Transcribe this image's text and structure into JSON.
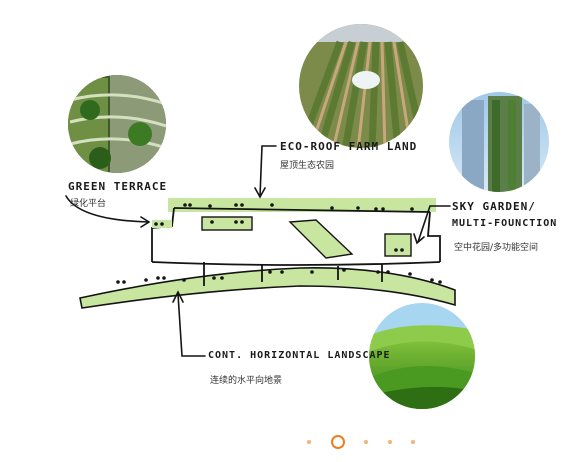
{
  "labels": {
    "green_terrace": {
      "title": "GREEN TERRACE",
      "subtitle": "绿化平台"
    },
    "eco_roof": {
      "title": "ECO-ROOF  FARM LAND",
      "subtitle": "屋顶生态农园"
    },
    "sky_garden": {
      "title_line1": "SKY  GARDEN/",
      "title_line2": "MULTI-FOUNCTION",
      "subtitle": "空中花园/多功能空间"
    },
    "landscape": {
      "title": "CONT. HORIZONTAL LANDSCAPE",
      "subtitle": "连续的水平向地景"
    }
  },
  "photos": [
    {
      "name": "terrace-photo",
      "subject": "green terrace building"
    },
    {
      "name": "eco-roof-photo",
      "subject": "rooftop farm"
    },
    {
      "name": "sky-garden-photo",
      "subject": "vertical garden tower"
    },
    {
      "name": "landscape-photo",
      "subject": "rolling green hills"
    }
  ],
  "pagination": {
    "count": 5,
    "active_index": 1
  },
  "colors": {
    "green_fill": "#c9e6a0",
    "ink": "#141414",
    "accent": "#ef7d22",
    "dot": "#f3b27a"
  }
}
